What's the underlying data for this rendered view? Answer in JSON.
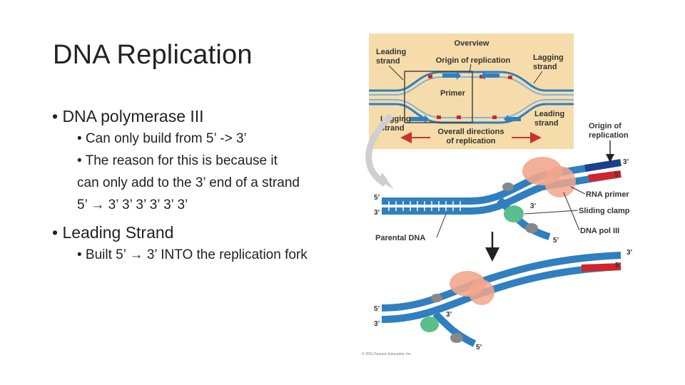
{
  "slide": {
    "title": "DNA Replication",
    "bullets": [
      {
        "text": "• DNA polymerase III"
      },
      {
        "text": "• Can only build from 5’ -> 3’"
      },
      {
        "text": "• The reason for this is because it"
      },
      {
        "text": "can only add to the 3’ end of a strand"
      },
      {
        "text_pre": "5’ ",
        "arrow": "→",
        "text_post": " 3’ 3’ 3’ 3’ 3’ 3’"
      },
      {
        "text": "• Leading Strand"
      },
      {
        "text_pre": "• Built 5’ ",
        "arrow": "→",
        "text_post": " 3’ INTO the replication fork"
      }
    ]
  },
  "figure": {
    "overview": {
      "title": "Overview",
      "origin": "Origin of replication",
      "leading_top": [
        "Leading",
        "strand"
      ],
      "lagging_top": [
        "Lagging",
        "strand"
      ],
      "primer": "Primer",
      "lagging_bottom": [
        "Lagging",
        "strand"
      ],
      "leading_bottom": [
        "Leading",
        "strand"
      ],
      "overall": [
        "Overall directions",
        "of replication"
      ]
    },
    "labels": {
      "origin": [
        "Origin of",
        "replication"
      ],
      "rna_primer": "RNA primer",
      "sliding_clamp": "Sliding clamp",
      "dna_pol": "DNA pol III",
      "parental": "Parental DNA",
      "five_prime": "5’",
      "three_prime": "3’"
    },
    "copyright": "© 2011 Pearson Education, Inc.",
    "colors": {
      "blue": "#2f7fc1",
      "red": "#d0252b",
      "overview_bg": "#f6dcaa",
      "polymerase": "#f2a68c",
      "clamp": "#5bbf8a"
    }
  }
}
